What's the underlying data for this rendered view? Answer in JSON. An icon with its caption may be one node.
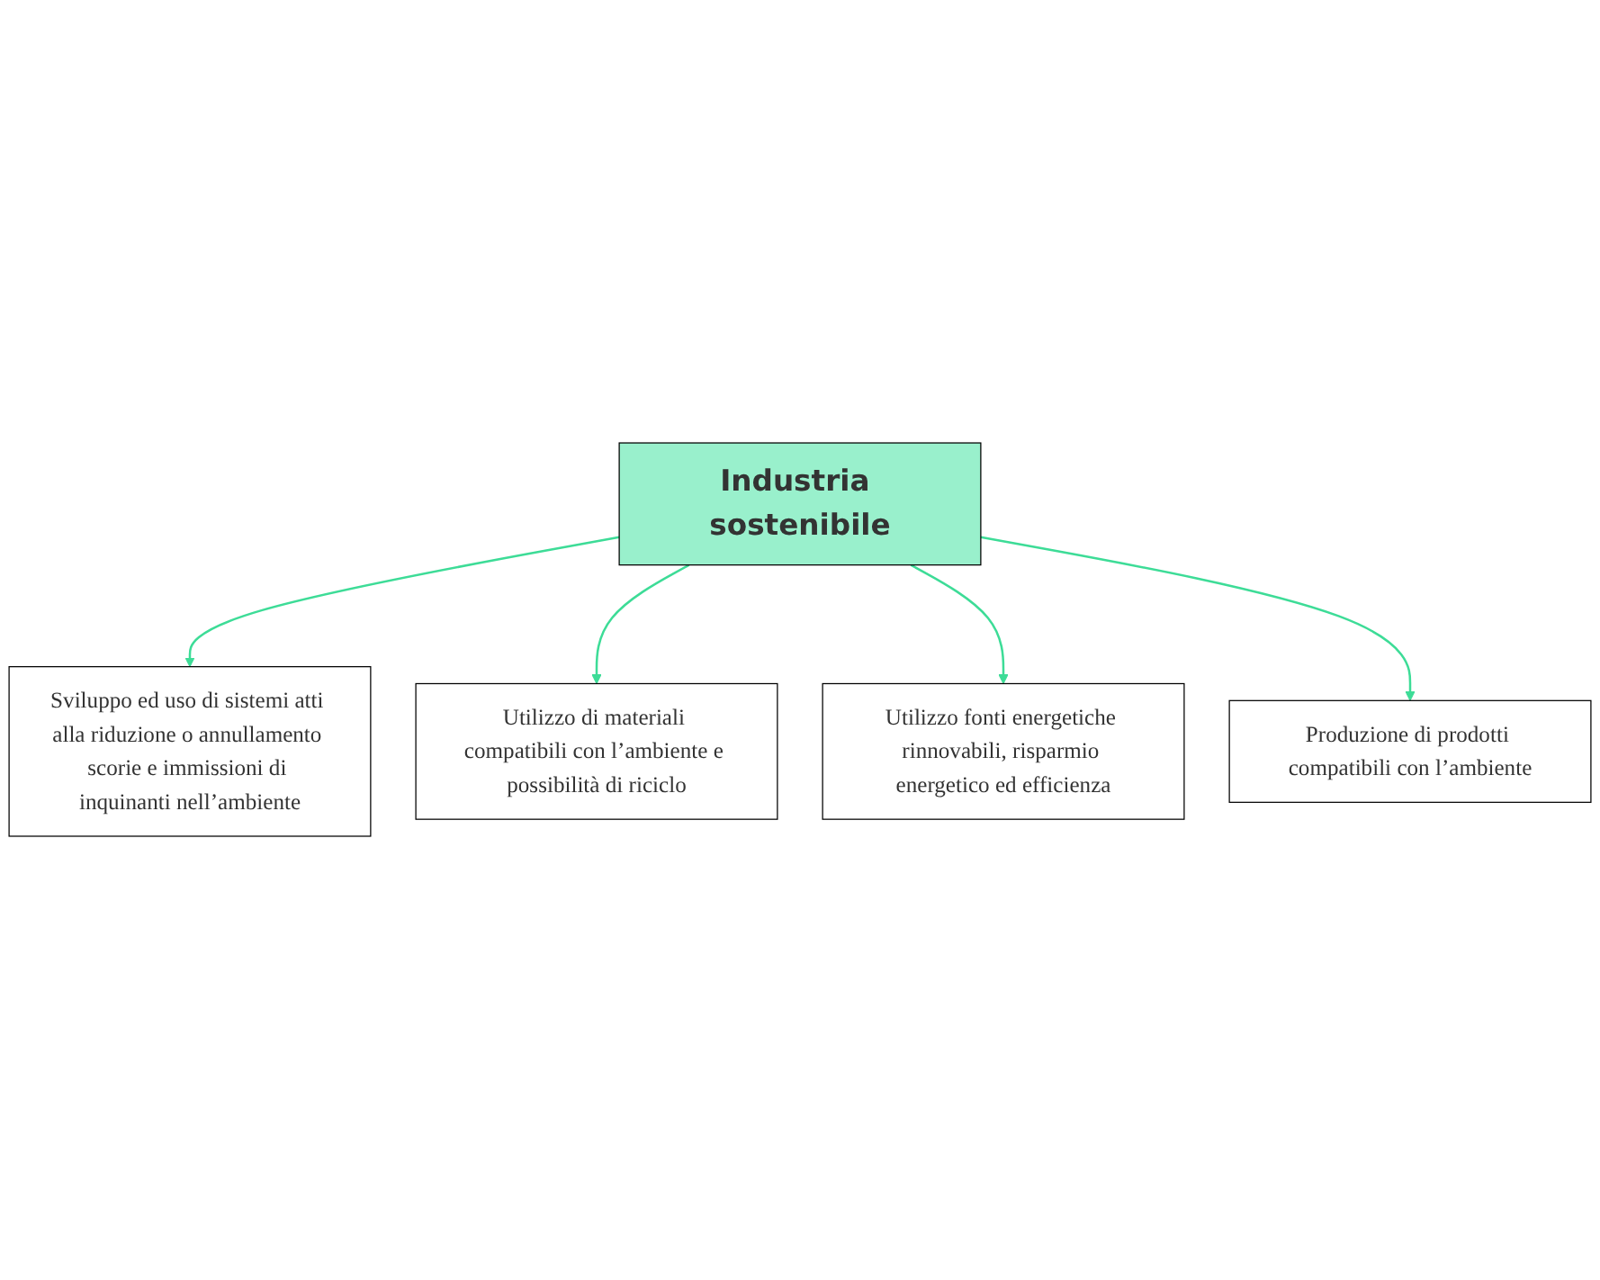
{
  "diagram": {
    "nodes": [
      {
        "text": [
          "Sviluppo ed uso di sistemi atti alla riduzione o annullamento scorie e immissioni di inquinanti nell’ambiente"
        ]
      },
      {
        "text": [
          "Utilizzo di materiali compatibili con l’ambiente e possibilità di riciclo"
        ]
      },
      {
        "text": [
          "Industria sostenibile"
        ]
      },
      {
        "text": [
          "Utilizzo fonti energetiche rinnovabili, risparmio energetico ed efficienza"
        ]
      },
      {
        "text": [
          "Produzione di prodotti compatibili con l’ambiente"
        ]
      }
    ],
    "edges": [
      {
        "from": 2,
        "to": 0,
        "arrow": "to"
      },
      {
        "from": 2,
        "to": 1,
        "arrow": "to"
      },
      {
        "from": 2,
        "to": 3,
        "arrow": "to"
      },
      {
        "from": 2,
        "to": 4,
        "arrow": "to"
      }
    ]
  }
}
